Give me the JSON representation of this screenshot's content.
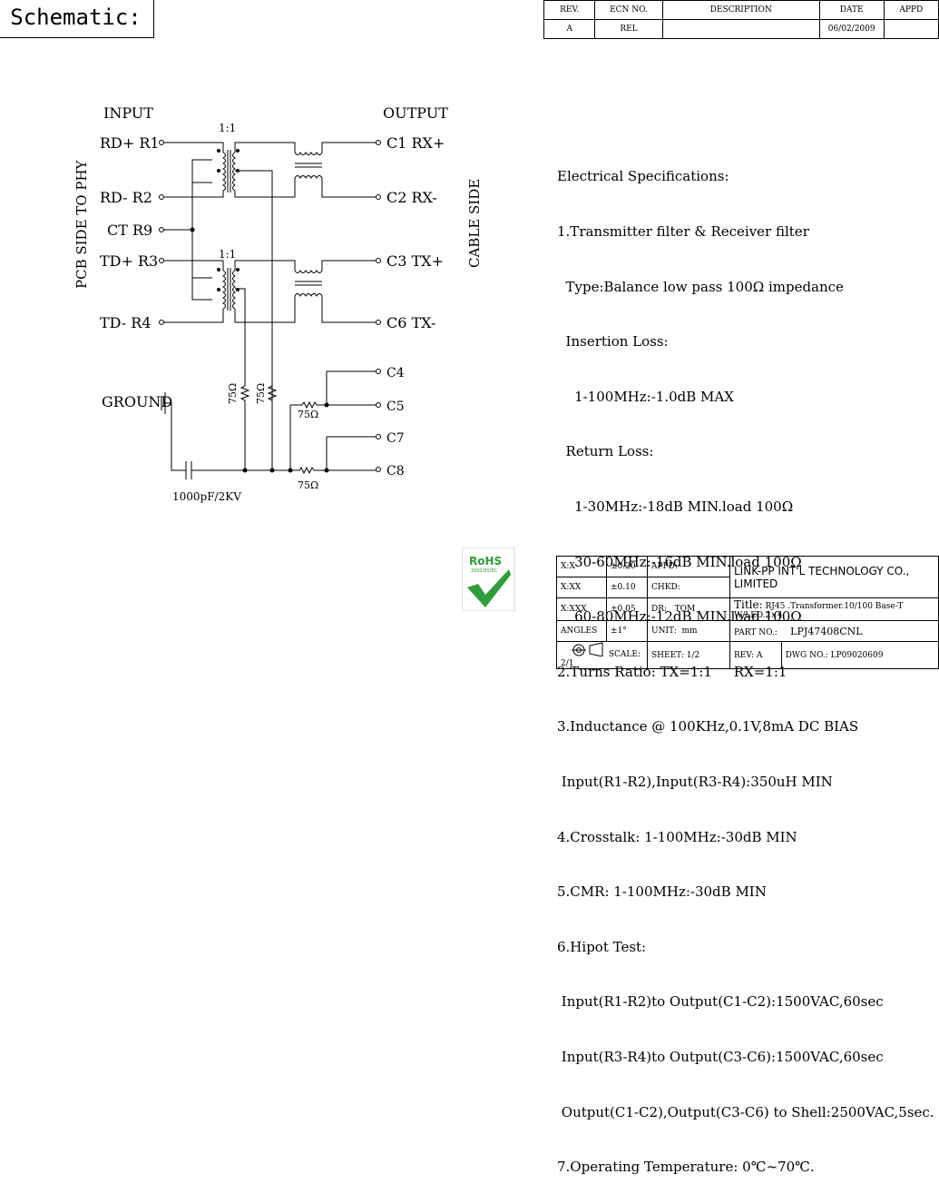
{
  "header": {
    "title": "Schematic:"
  },
  "revision_table": {
    "columns": [
      "REV.",
      "ECN NO.",
      "DESCRIPTION",
      "DATE",
      "APPD"
    ],
    "rows": [
      [
        "A",
        "REL",
        "",
        "06/02/2009",
        ""
      ]
    ]
  },
  "schematic": {
    "input_label": "INPUT",
    "output_label": "OUTPUT",
    "side_left": "PCB SIDE TO PHY",
    "side_right": "CABLE SIDE",
    "ratio_top": "1:1",
    "ratio_bottom": "1:1",
    "pins_left": [
      "RD+ R1",
      "RD- R2",
      "CT R9",
      "TD+ R3",
      "TD- R4"
    ],
    "pins_right": [
      "C1 RX+",
      "C2 RX-",
      "C3 TX+",
      "C6 TX-",
      "C4",
      "C5",
      "C7",
      "C8"
    ],
    "ground": "GROUND",
    "res_1": "75Ω",
    "res_2": "75Ω",
    "res_3": "75Ω",
    "res_4": "75Ω",
    "capacitor": "1000pF/2KV"
  },
  "specs": [
    "Electrical Specifications:",
    "1.Transmitter filter & Receiver filter",
    "  Type:Balance low pass 100Ω impedance",
    "  Insertion Loss:",
    "    1-100MHz:-1.0dB MAX",
    "  Return Loss:",
    "    1-30MHz:-18dB MIN.load 100Ω",
    "    30-60MHz:-16dB MIN.load 100Ω",
    "    60-80MHz:-12dB MIN.load 100Ω",
    "2.Turns Ratio: TX=1:1     RX=1:1",
    "3.Inductance @ 100KHz,0.1V,8mA DC BIAS",
    " Input(R1-R2),Input(R3-R4):350uH MIN",
    "4.Crosstalk: 1-100MHz:-30dB MIN",
    "5.CMR: 1-100MHz:-30dB MIN",
    "6.Hipot Test:",
    " Input(R1-R2)to Output(C1-C2):1500VAC,60sec",
    " Input(R3-R4)to Output(C3-C6):1500VAC,60sec",
    " Output(C1-C2),Output(C3-C6) to Shell:2500VAC,5sec.",
    "7.Operating Temperature: 0℃~70℃."
  ],
  "rohs": {
    "label": "RoHS",
    "sub": "2002/95/EC",
    "color": "#2e9e3a"
  },
  "title_block": {
    "tol_xx": "X:X",
    "tol_xx_val": "±0.20",
    "tol_xxx": "X:XX",
    "tol_xxx_val": "±0.10",
    "tol_xxxx": "X:XXX",
    "tol_xxxx_val": "±0.05",
    "angles": "ANGLES",
    "angles_val": "±1°",
    "appd": "APPD:",
    "chkd": "CHKD:",
    "dr": "DR:",
    "dr_val": "TOM",
    "unit": "UNIT:",
    "unit_val": "mm",
    "company": "LINK-PP INT'L TECHNOLOGY CO., LIMITED",
    "title_label": "Title:",
    "title_val": "RJ45 .Transformer.10/100 Base-T W/LED.2×4",
    "part_label": "PART NO.:",
    "part_val": "LPJ47408CNL",
    "scale_label": "SCALE:",
    "scale_val": "2/1",
    "sheet_label": "SHEET:",
    "sheet_val": "1/2",
    "rev_label": "REV:",
    "rev_val": "A",
    "dwg_label": "DWG NO.:",
    "dwg_val": "LP09020609"
  }
}
